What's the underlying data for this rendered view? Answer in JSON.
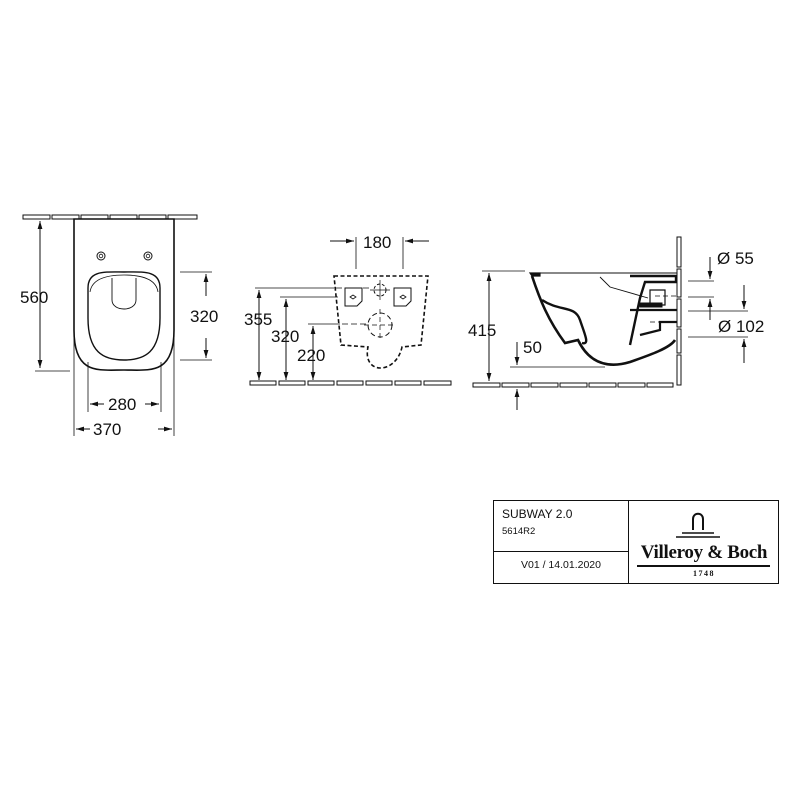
{
  "drawing": {
    "top_view": {
      "dimensions": {
        "length": "560",
        "bowl_length": "320",
        "inner_width": "280",
        "total_width": "370"
      }
    },
    "wall_view": {
      "dimensions": {
        "fixing_spacing": "180",
        "height_355": "355",
        "height_320": "320",
        "height_220": "220"
      }
    },
    "side_view": {
      "dimensions": {
        "height": "415",
        "water_depth": "50",
        "inlet_diameter": "Ø 55",
        "outlet_diameter": "Ø 102"
      }
    }
  },
  "title_block": {
    "product_name": "SUBWAY 2.0",
    "product_code": "5614R2",
    "version": "V01 / 14.01.2020",
    "brand": "Villeroy & Boch",
    "brand_year": "1748"
  }
}
